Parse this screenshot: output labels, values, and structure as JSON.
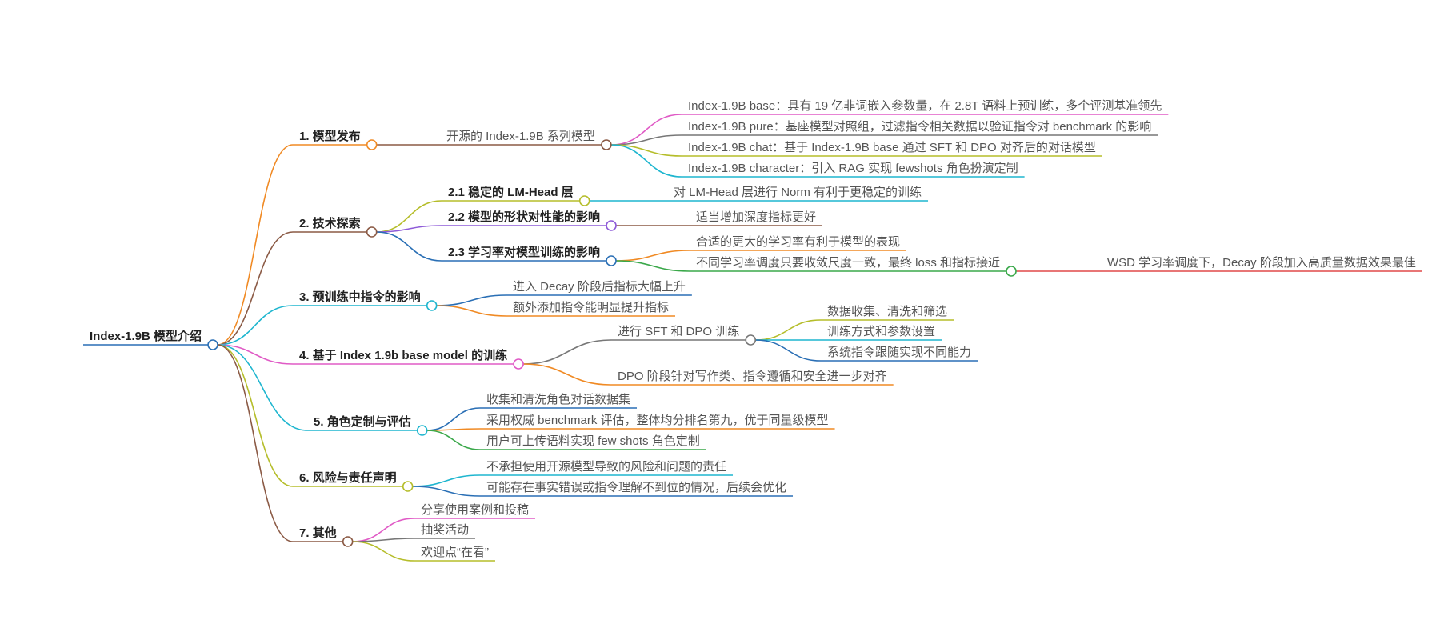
{
  "root": {
    "label": "Index-1.9B 模型介绍",
    "color": "#2a6fb5"
  },
  "branches": [
    {
      "label": "1. 模型发布",
      "color": "#f08a24",
      "children": [
        {
          "label": "开源的 Index-1.9B 系列模型",
          "color": "#8b5a45",
          "children": [
            {
              "label": "Index-1.9B base：具有 19 亿非词嵌入参数量，在 2.8T 语料上预训练，多个评测基准领先",
              "color": "#e05bc6"
            },
            {
              "label": "Index-1.9B pure：基座模型对照组，过滤指令相关数据以验证指令对 benchmark 的影响",
              "color": "#777777"
            },
            {
              "label": "Index-1.9B chat：基于 Index-1.9B base 通过 SFT 和 DPO 对齐后的对话模型",
              "color": "#b5bd2a"
            },
            {
              "label": "Index-1.9B character：引入 RAG 实现 fewshots 角色扮演定制",
              "color": "#1fb6cf"
            }
          ]
        }
      ]
    },
    {
      "label": "2. 技术探索",
      "color": "#8b5a45",
      "children": [
        {
          "label": "2.1 稳定的 LM-Head 层",
          "color": "#b5bd2a",
          "children": [
            {
              "label": "对 LM-Head 层进行 Norm 有利于更稳定的训练",
              "color": "#1fb6cf"
            }
          ]
        },
        {
          "label": "2.2 模型的形状对性能的影响",
          "color": "#8e5bd8",
          "children": [
            {
              "label": "适当增加深度指标更好",
              "color": "#8b5a45"
            }
          ]
        },
        {
          "label": "2.3 学习率对模型训练的影响",
          "color": "#2a6fb5",
          "children": [
            {
              "label": "合适的更大的学习率有利于模型的表现",
              "color": "#f08a24"
            },
            {
              "label": "不同学习率调度只要收敛尺度一致，最终 loss 和指标接近",
              "color": "#3aa84a",
              "children": [
                {
                  "label": "WSD 学习率调度下，Decay 阶段加入高质量数据效果最佳",
                  "color": "#e04848"
                }
              ]
            }
          ]
        }
      ]
    },
    {
      "label": "3. 预训练中指令的影响",
      "color": "#1fb6cf",
      "children": [
        {
          "label": "进入 Decay 阶段后指标大幅上升",
          "color": "#2a6fb5"
        },
        {
          "label": "额外添加指令能明显提升指标",
          "color": "#f08a24"
        }
      ]
    },
    {
      "label": "4. 基于 Index 1.9b base model 的训练",
      "color": "#e05bc6",
      "children": [
        {
          "label": "进行 SFT 和 DPO 训练",
          "color": "#777777",
          "children": [
            {
              "label": "数据收集、清洗和筛选",
              "color": "#b5bd2a"
            },
            {
              "label": "训练方式和参数设置",
              "color": "#1fb6cf"
            },
            {
              "label": "系统指令跟随实现不同能力",
              "color": "#2a6fb5"
            }
          ]
        },
        {
          "label": "DPO 阶段针对写作类、指令遵循和安全进一步对齐",
          "color": "#f08a24"
        }
      ]
    },
    {
      "label": "5. 角色定制与评估",
      "color": "#1fb6cf",
      "children": [
        {
          "label": "收集和清洗角色对话数据集",
          "color": "#2a6fb5"
        },
        {
          "label": "采用权威 benchmark 评估，整体均分排名第九，优于同量级模型",
          "color": "#f08a24"
        },
        {
          "label": "用户可上传语料实现 few shots 角色定制",
          "color": "#3aa84a"
        }
      ]
    },
    {
      "label": "6. 风险与责任声明",
      "color": "#b5bd2a",
      "children": [
        {
          "label": "不承担使用开源模型导致的风险和问题的责任",
          "color": "#1fb6cf"
        },
        {
          "label": "可能存在事实错误或指令理解不到位的情况，后续会优化",
          "color": "#2a6fb5"
        }
      ]
    },
    {
      "label": "7. 其他",
      "color": "#8b5a45",
      "children": [
        {
          "label": "分享使用案例和投稿",
          "color": "#e05bc6"
        },
        {
          "label": "抽奖活动",
          "color": "#777777"
        },
        {
          "label": "欢迎点“在看”",
          "color": "#b5bd2a"
        }
      ]
    }
  ]
}
